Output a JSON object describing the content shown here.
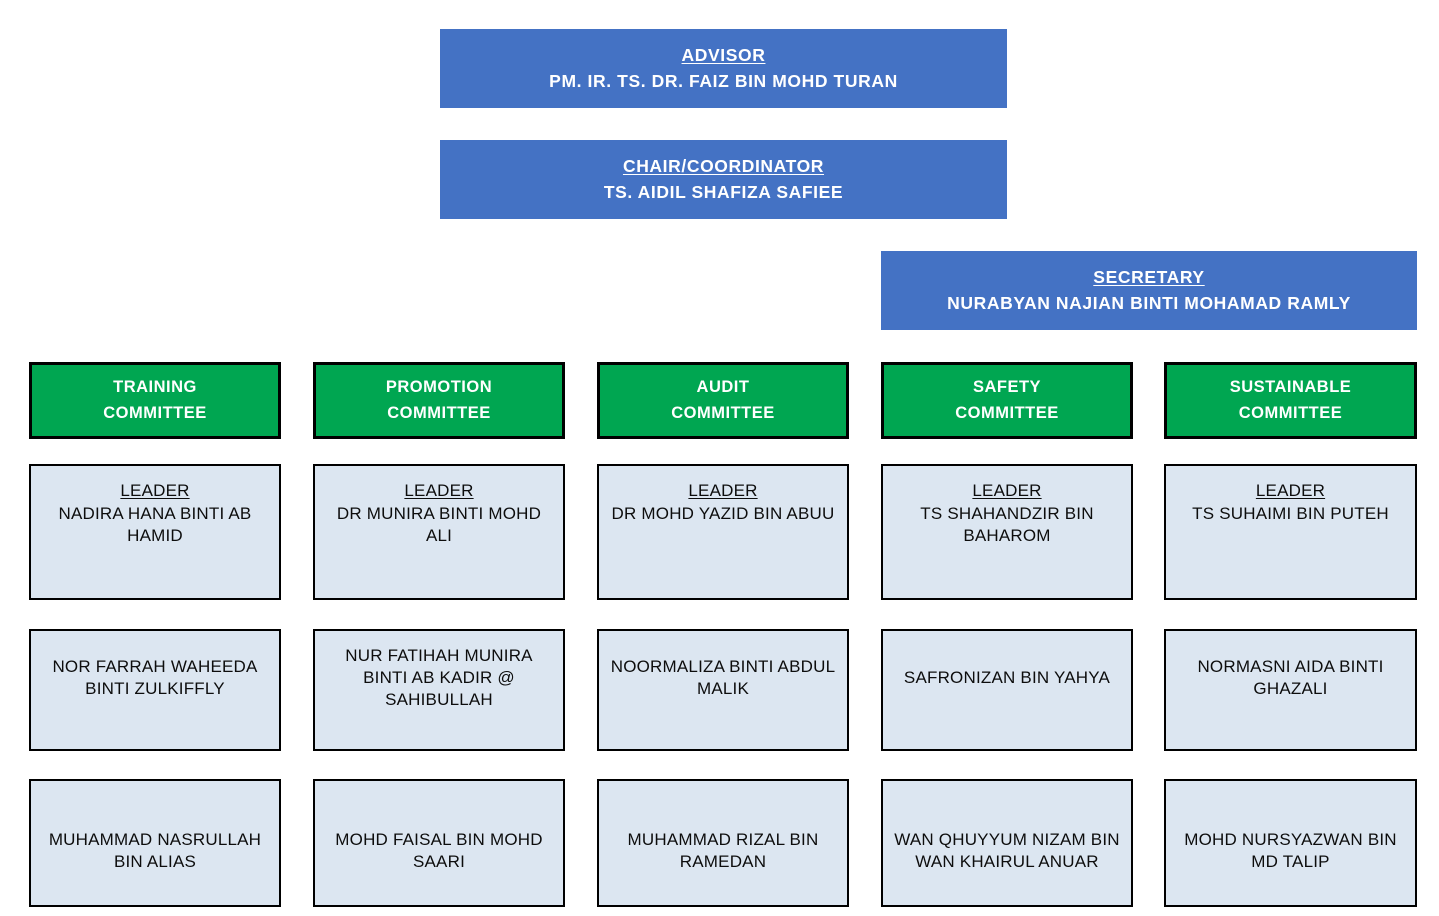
{
  "theme": {
    "blue": "#4472C4",
    "green": "#00A651",
    "light_blue": "#DCE6F1",
    "border": "#000000",
    "background": "#FFFFFF"
  },
  "leadership": [
    {
      "role": "ADVISOR",
      "person": "PM. IR. TS. DR. FAIZ BIN MOHD TURAN"
    },
    {
      "role": "CHAIR/COORDINATOR",
      "person": "TS. AIDIL SHAFIZA SAFIEE"
    },
    {
      "role": "SECRETARY",
      "person": "NURABYAN NAJIAN BINTI MOHAMAD RAMLY"
    }
  ],
  "leader_label": "LEADER",
  "columns": [
    {
      "committee_line1": "TRAINING",
      "committee_line2": "COMMITTEE",
      "leader": "NADIRA HANA BINTI AB HAMID",
      "member_2": "NOR FARRAH WAHEEDA BINTI ZULKIFFLY",
      "member_3": "MUHAMMAD NASRULLAH BIN ALIAS"
    },
    {
      "committee_line1": "PROMOTION",
      "committee_line2": "COMMITTEE",
      "leader": "DR MUNIRA BINTI MOHD ALI",
      "member_2": "NUR FATIHAH MUNIRA BINTI AB KADIR @ SAHIBULLAH",
      "member_3": "MOHD FAISAL BIN MOHD SAARI"
    },
    {
      "committee_line1": "AUDIT",
      "committee_line2": "COMMITTEE",
      "leader": "DR MOHD YAZID BIN ABUU",
      "member_2": "NOORMALIZA BINTI ABDUL MALIK",
      "member_3": "MUHAMMAD RIZAL BIN RAMEDAN"
    },
    {
      "committee_line1": "SAFETY",
      "committee_line2": "COMMITTEE",
      "leader": "TS SHAHANDZIR BIN BAHAROM",
      "member_2": "SAFRONIZAN BIN YAHYA",
      "member_3": "WAN QHUYYUM NIZAM BIN WAN KHAIRUL ANUAR"
    },
    {
      "committee_line1": "SUSTAINABLE",
      "committee_line2": "COMMITTEE",
      "leader": "TS SUHAIMI BIN PUTEH",
      "member_2": "NORMASNI AIDA BINTI GHAZALI",
      "member_3": "MOHD NURSYAZWAN BIN MD TALIP"
    }
  ]
}
